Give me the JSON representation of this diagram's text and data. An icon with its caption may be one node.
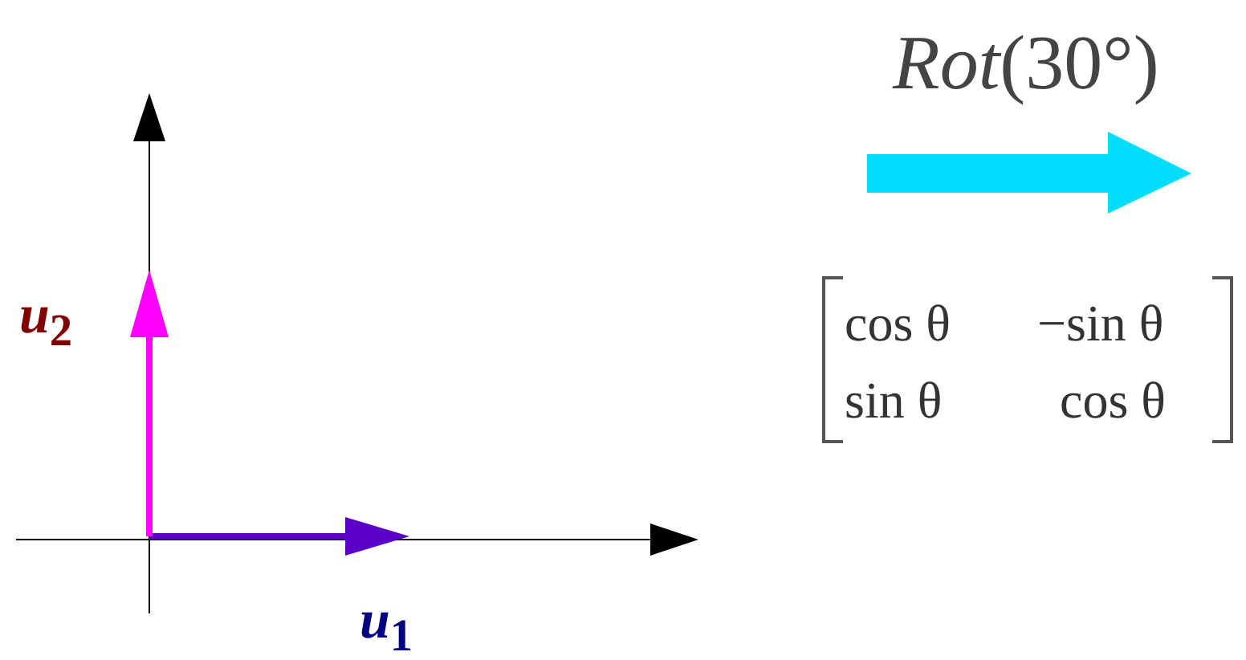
{
  "diagram": {
    "labels": [
      "*Rot*(30°)",
      "*u*$_{2}$",
      "cos θ",
      "−sin θ",
      "sin θ",
      "cos θ",
      "*u*$_{1}$"
    ]
  }
}
